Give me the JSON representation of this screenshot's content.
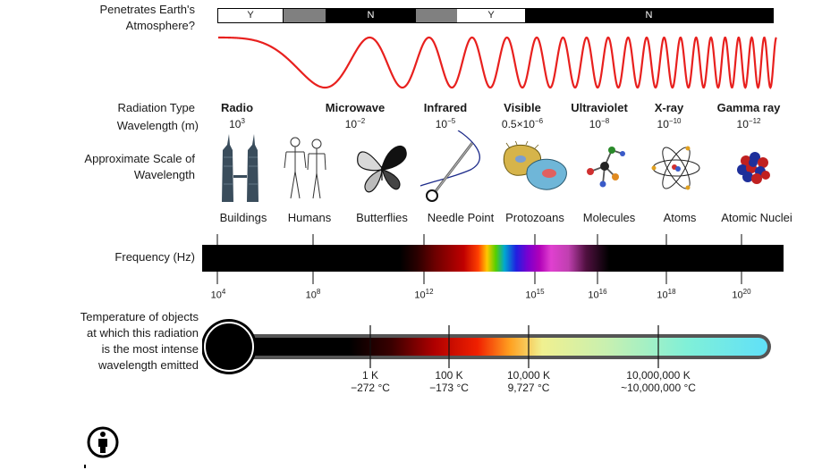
{
  "labels": {
    "penetrates": "Penetrates Earth's Atmosphere?",
    "radiation_type": "Radiation Type",
    "wavelength": "Wavelength (m)",
    "scale": "Approximate Scale of Wavelength",
    "frequency": "Frequency (Hz)",
    "temperature": "Temperature of objects at which this radiation is the most intense wavelength emitted"
  },
  "atmosphere_bar": [
    {
      "label": "Y",
      "color": "#ffffff"
    },
    {
      "label": "",
      "color": "#808080"
    },
    {
      "label": "N",
      "color": "#000000"
    },
    {
      "label": "",
      "color": "#808080"
    },
    {
      "label": "Y",
      "color": "#ffffff"
    },
    {
      "label": "N",
      "color": "#000000"
    }
  ],
  "radiation_types": [
    {
      "name": "Radio",
      "base": "10",
      "exp": "3"
    },
    {
      "name": "Microwave",
      "base": "10",
      "exp": "−2"
    },
    {
      "name": "Infrared",
      "base": "10",
      "exp": "−5"
    },
    {
      "name": "Visible",
      "base": "0.5×10",
      "exp": "−6"
    },
    {
      "name": "Ultraviolet",
      "base": "10",
      "exp": "−8"
    },
    {
      "name": "X-ray",
      "base": "10",
      "exp": "−10"
    },
    {
      "name": "Gamma ray",
      "base": "10",
      "exp": "−12"
    }
  ],
  "scale_items": [
    {
      "name": "Buildings",
      "icon": "buildings-icon"
    },
    {
      "name": "Humans",
      "icon": "humans-icon"
    },
    {
      "name": "Butterflies",
      "icon": "butterfly-icon"
    },
    {
      "name": "Needle Point",
      "icon": "needle-icon"
    },
    {
      "name": "Protozoans",
      "icon": "protozoan-icon"
    },
    {
      "name": "Molecules",
      "icon": "molecule-icon"
    },
    {
      "name": "Atoms",
      "icon": "atom-icon"
    },
    {
      "name": "Atomic Nuclei",
      "icon": "nucleus-icon"
    }
  ],
  "frequency_ticks": [
    {
      "base": "10",
      "exp": "4"
    },
    {
      "base": "10",
      "exp": "8"
    },
    {
      "base": "10",
      "exp": "12"
    },
    {
      "base": "10",
      "exp": "15"
    },
    {
      "base": "10",
      "exp": "16"
    },
    {
      "base": "10",
      "exp": "18"
    },
    {
      "base": "10",
      "exp": "20"
    }
  ],
  "temperatures": [
    {
      "k": "1 K",
      "c": "−272 °C"
    },
    {
      "k": "100 K",
      "c": "−173 °C"
    },
    {
      "k": "10,000 K",
      "c": "9,727 °C"
    },
    {
      "k": "10,000,000 K",
      "c": "~10,000,000 °C"
    }
  ],
  "colors": {
    "wave": "#e8201e",
    "thermometer_outline": "#333333"
  },
  "attribution_icon": "attribution-icon"
}
